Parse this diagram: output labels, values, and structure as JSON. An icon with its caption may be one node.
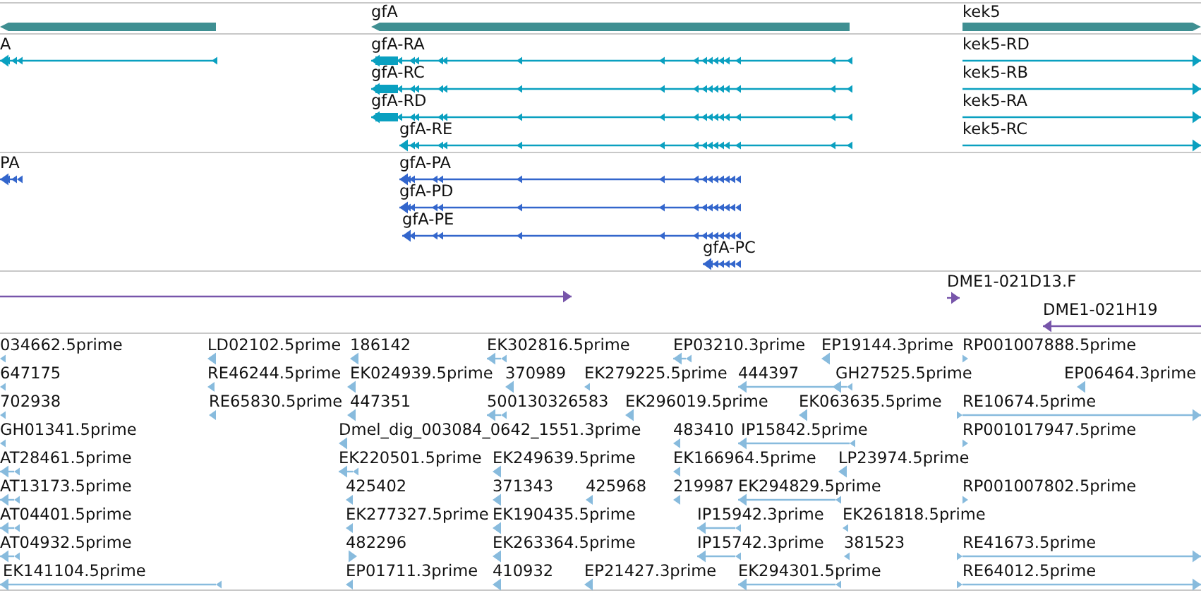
{
  "diagram": {
    "labels": [
      "gfA",
      "kek5",
      "A",
      "gfA-RA",
      "kek5-RD",
      "gfA-RC",
      "kek5-RB",
      "gfA-RD",
      "kek5-RA",
      "gfA-RE",
      "kek5-RC",
      "PA",
      "gfA-PA",
      "gfA-PD",
      "gfA-PE",
      "gfA-PC",
      "DME1-021D13.F",
      "DME1-021H19",
      "034662.5prime",
      "LD02102.5prime",
      "186142",
      "EK302816.5prime",
      "EP03210.3prime",
      "EP19144.3prime",
      "RP001007888.5prime",
      "647175",
      "RE46244.5prime",
      "EK024939.5prime",
      "370989",
      "EK279225.5prime",
      "444397",
      "GH27525.5prime",
      "EP06464.3prime",
      "702938",
      "RE65830.5prime",
      "447351",
      "500130326583",
      "EK296019.5prime",
      "EK063635.5prime",
      "RE10674.5prime",
      "GH01341.5prime",
      "Dmel_dig_003084_0642_1551.3prime",
      "483410",
      "IP15842.5prime",
      "RP001017947.5prime",
      "AT28461.5prime",
      "EK220501.5prime",
      "EK249639.5prime",
      "EK166964.5prime",
      "LP23974.5prime",
      "AT13173.5prime",
      "425402",
      "371343",
      "425968",
      "219987",
      "EK294829.5prime",
      "RP001007802.5prime",
      "AT04401.5prime",
      "EK277327.5prime",
      "EK190435.5prime",
      "IP15942.3prime",
      "EK261818.5prime",
      "AT04932.5prime",
      "482296",
      "EK263364.5prime",
      "IP15742.3prime",
      "381523",
      "RE41673.5prime",
      "EK141104.5prime",
      "EP01711.3prime",
      "410932",
      "EP21427.3prime",
      "EK294301.5prime",
      "RE64012.5prime"
    ]
  }
}
